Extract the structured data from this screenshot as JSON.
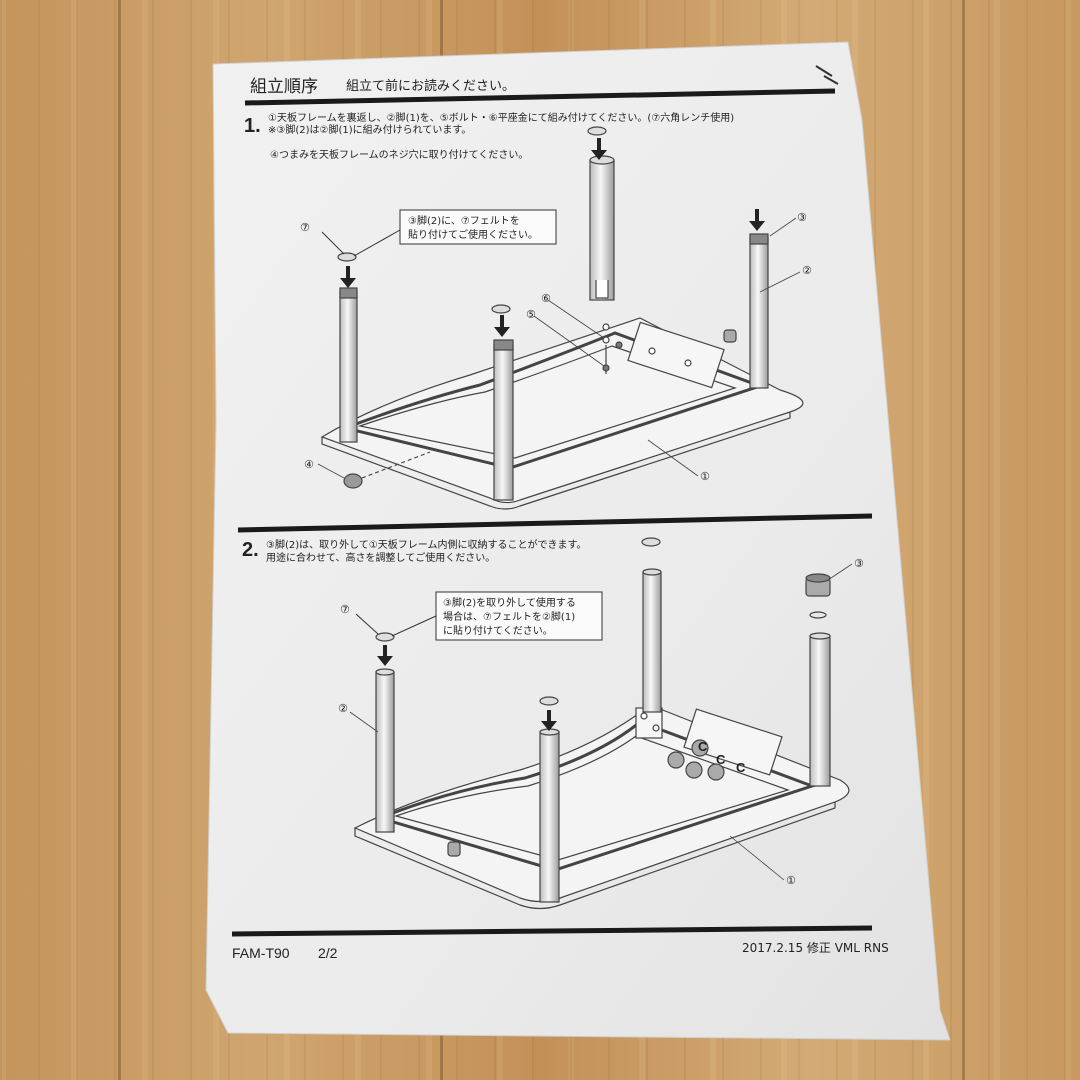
{
  "header": {
    "title": "組立順序",
    "subtitle": "組立て前にお読みください。"
  },
  "step1": {
    "number": "1.",
    "line1": "①天板フレームを裏返し、②脚(1)を、⑤ボルト・⑥平座金にて組み付けてください。(⑦六角レンチ使用)",
    "line2": "※③脚(2)は②脚(1)に組み付けられています。",
    "line3": "④つまみを天板フレームのネジ穴に取り付けてください。",
    "callout_line1": "③脚(2)に、⑦フェルトを",
    "callout_line2": "貼り付けてご使用ください。",
    "labels": {
      "l7": "⑦",
      "l3": "③",
      "l2": "②",
      "l6": "⑥",
      "l5": "⑤",
      "l4": "④",
      "l1": "①"
    }
  },
  "step2": {
    "number": "2.",
    "line1": "③脚(2)は、取り外して①天板フレーム内側に収納することができます。",
    "line2": "用途に合わせて、高さを調整してご使用ください。",
    "callout_line1": "③脚(2)を取り外して使用する",
    "callout_line2": "場合は、⑦フェルトを②脚(1)",
    "callout_line3": "に貼り付けてください。",
    "labels": {
      "l7": "⑦",
      "l3": "③",
      "l2": "②",
      "l1": "①"
    }
  },
  "footer": {
    "model": "FAM-T90",
    "page": "2/2",
    "revision": "2017.2.15 修正 VML RNS"
  }
}
